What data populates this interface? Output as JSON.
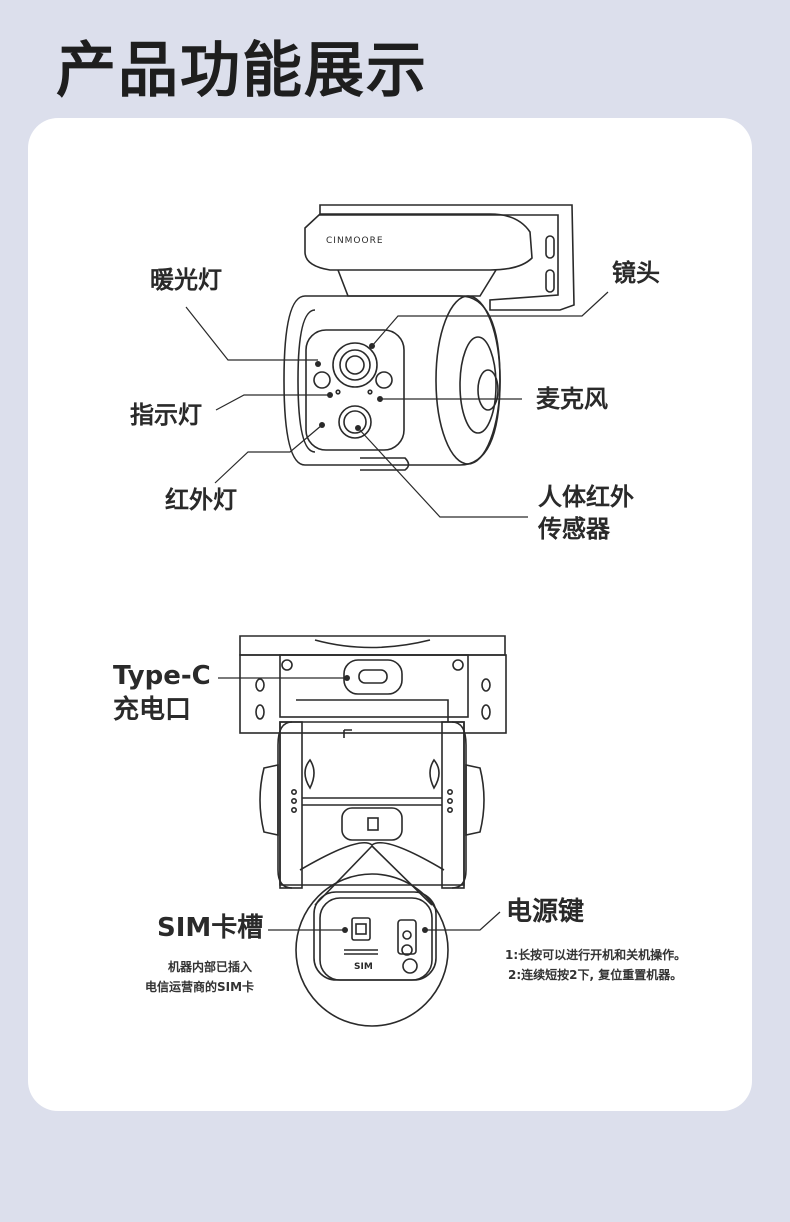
{
  "page": {
    "title": "产品功能展示"
  },
  "camera_front": {
    "brand": "CINMOORE",
    "labels": {
      "warm_light": "暖光灯",
      "indicator_light": "指示灯",
      "infrared_light": "红外灯",
      "lens": "镜头",
      "microphone": "麦克风",
      "pir_sensor_line1": "人体红外",
      "pir_sensor_line2": "传感器"
    }
  },
  "camera_back": {
    "labels": {
      "typec_line1": "Type-C",
      "typec_line2": "充电口",
      "sim_slot": "SIM卡槽",
      "sim_note_line1": "机器内部已插入",
      "sim_note_line2": "电信运营商的SIM卡",
      "sim_mark": "SIM",
      "power_key": "电源键",
      "power_note_line1": "1:长按可以进行开机和关机操作。",
      "power_note_line2": "2:连续短按2下, 复位重置机器。"
    }
  },
  "colors": {
    "background": "#dcdfec",
    "card": "#ffffff",
    "stroke": "#2a2a2a"
  }
}
